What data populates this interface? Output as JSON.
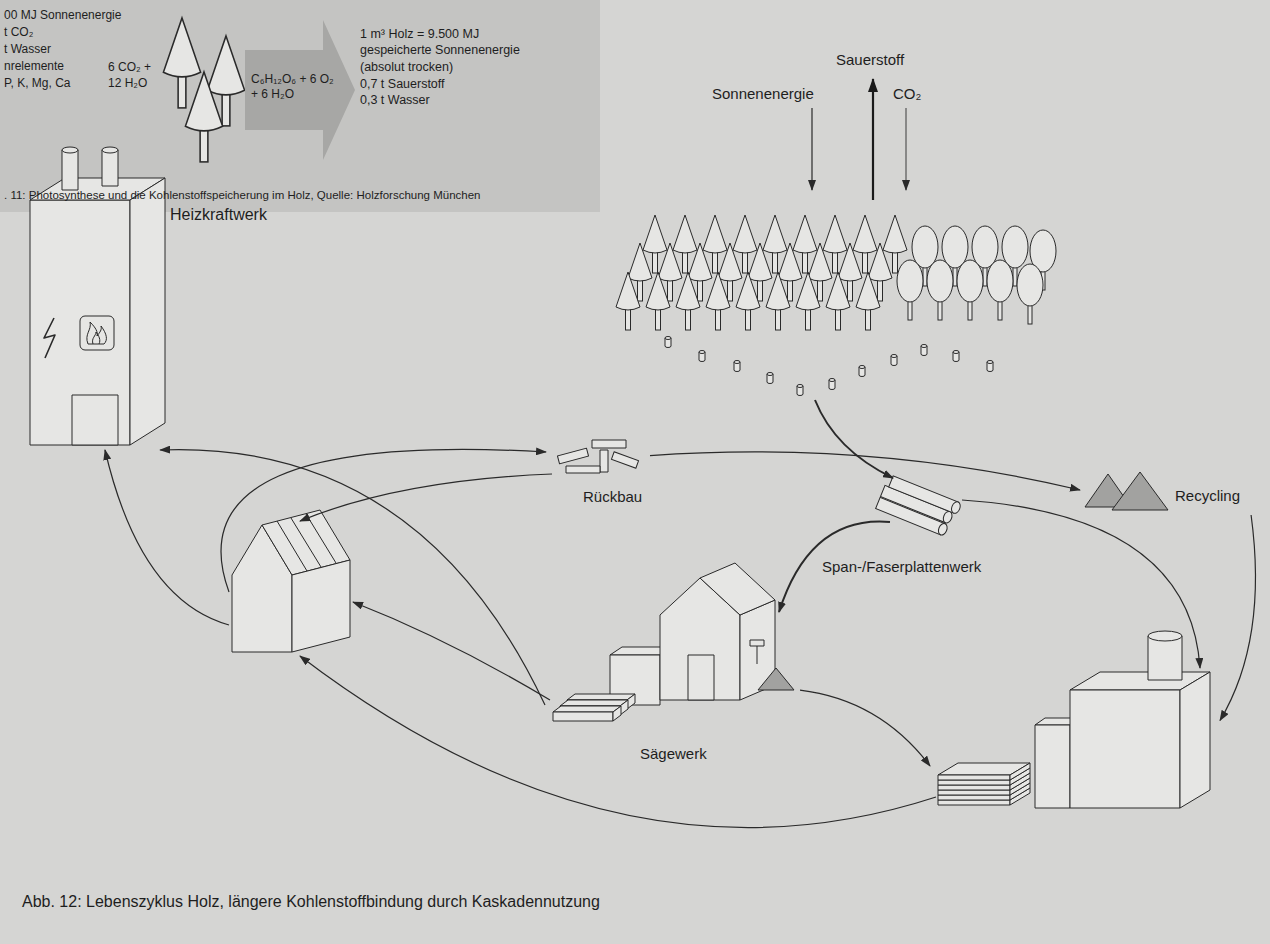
{
  "diagram": {
    "caption": "Abb. 12: Lebenszyklus Holz, längere Kohlenstoffbindung durch Kaskadennutzung",
    "nodes": [
      {
        "text": [
          "C₆H₁₂O₆ + 6 O₂ + 6 H₂O"
        ]
      },
      {
        "text": [
          "Heizkraftwerk"
        ]
      },
      {
        "text": [
          "Rückbau"
        ]
      },
      {
        "text": [
          "Recycling"
        ]
      },
      {
        "text": [
          "Sägewerk"
        ]
      },
      {
        "text": [
          "Span-/Faserplattenwerk"
        ]
      }
    ],
    "edges": [
      {
        "from": 2,
        "to": 3,
        "arrow": "to"
      },
      {
        "from": 3,
        "to": 5,
        "arrow": "to"
      },
      {
        "from": 4,
        "to": 5,
        "arrow": "to"
      },
      {
        "from": 4,
        "to": 1,
        "arrow": "to"
      }
    ],
    "labels": [
      "00 MJ Sonnenenergie",
      "t CO₂",
      "t Wasser",
      "nrelemente",
      "P, K, Mg, Ca",
      "6 CO₂ + 12 H₂O",
      "1 m³ Holz = 9.500 MJ gespeicherte Sonnenenergie (absolut trocken)",
      "0,7 t Sauerstoff",
      "0,3 t Wasser",
      ". 11: Photosynthese und die Kohlenstoffspeicherung im Holz, Quelle: Holzforschung München",
      "Sauerstoff",
      "Sonnenenergie",
      "CO₂"
    ]
  }
}
